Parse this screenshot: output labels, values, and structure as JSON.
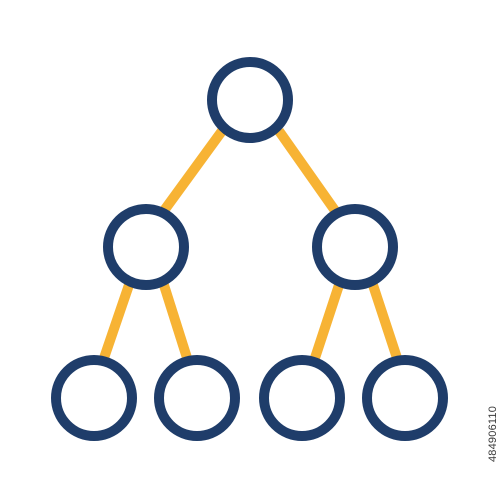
{
  "icon": {
    "name": "hierarchy-tree-icon",
    "colors": {
      "node_outline": "#1f3d6a",
      "connector": "#f7b334",
      "node_fill": "#ffffff",
      "background": "#ffffff"
    },
    "levels": 3,
    "node_count": 7
  },
  "stock_id": "484906110"
}
